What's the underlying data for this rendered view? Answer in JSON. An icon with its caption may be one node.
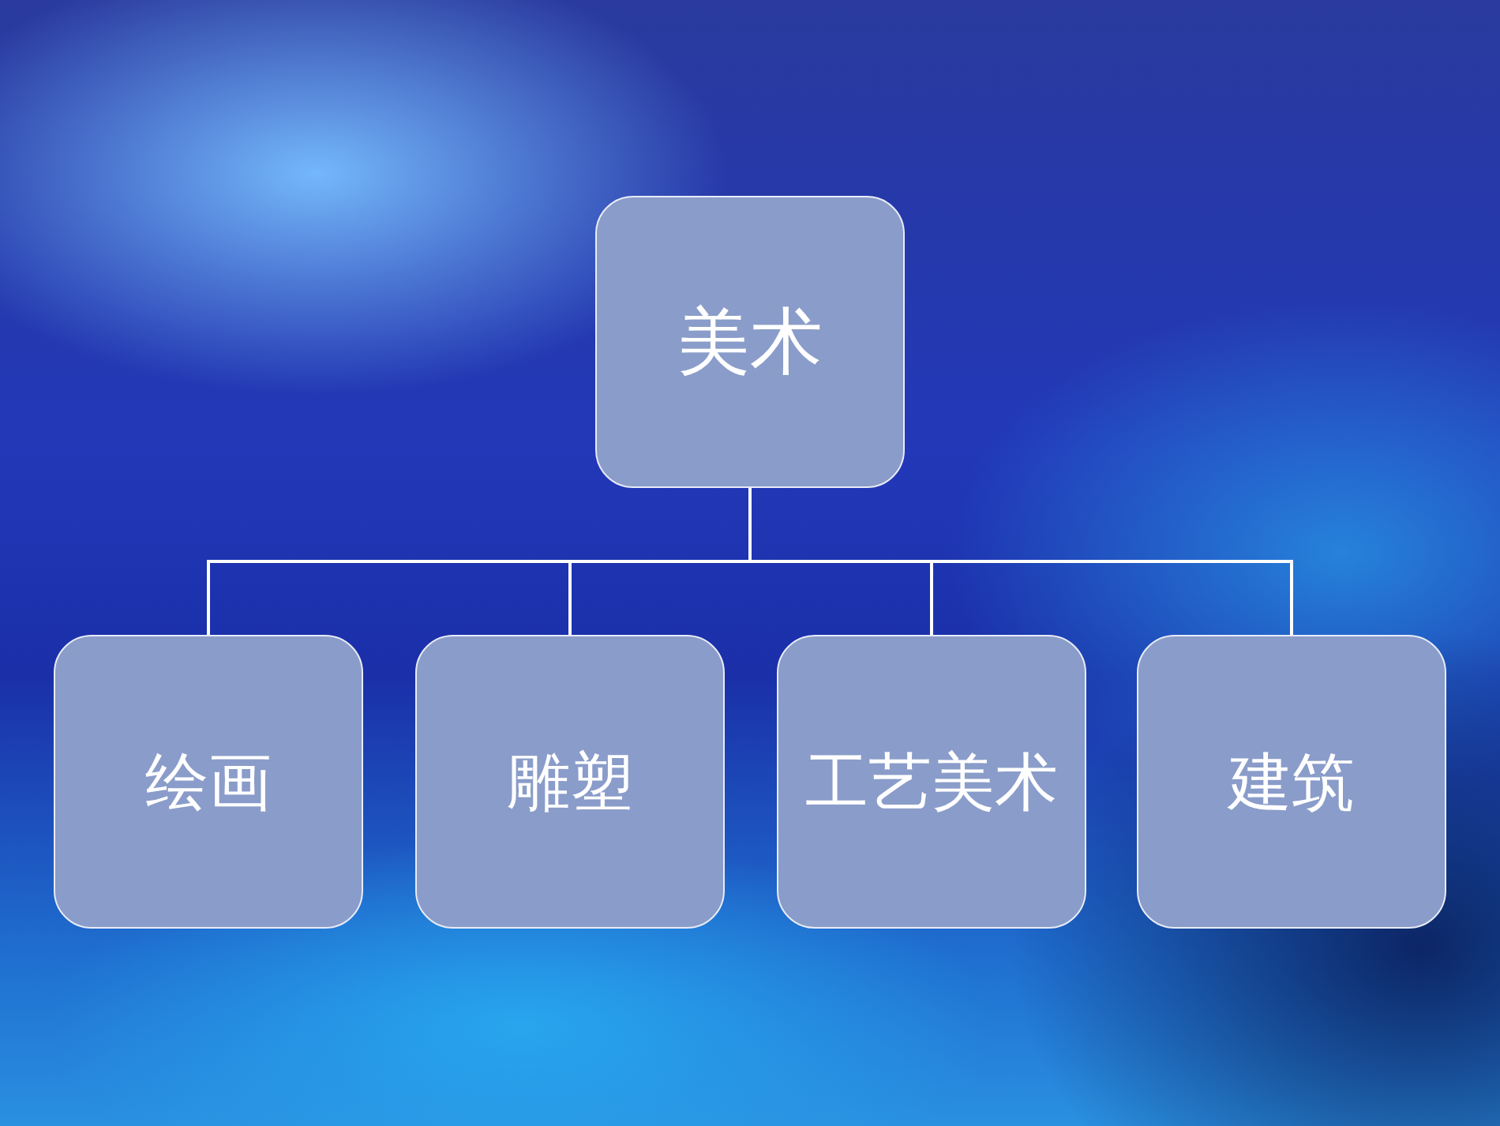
{
  "diagram": {
    "nodes": [
      {
        "text": [
          "美术"
        ]
      },
      {
        "text": [
          "绘画"
        ]
      },
      {
        "text": [
          "雕塑"
        ]
      },
      {
        "text": [
          "工艺美术"
        ]
      },
      {
        "text": [
          "建筑"
        ]
      }
    ],
    "edges": [
      {
        "from": 0,
        "to": 1,
        "arrow": "none"
      },
      {
        "from": 0,
        "to": 2,
        "arrow": "none"
      },
      {
        "from": 0,
        "to": 3,
        "arrow": "none"
      },
      {
        "from": 0,
        "to": 4,
        "arrow": "none"
      }
    ]
  }
}
